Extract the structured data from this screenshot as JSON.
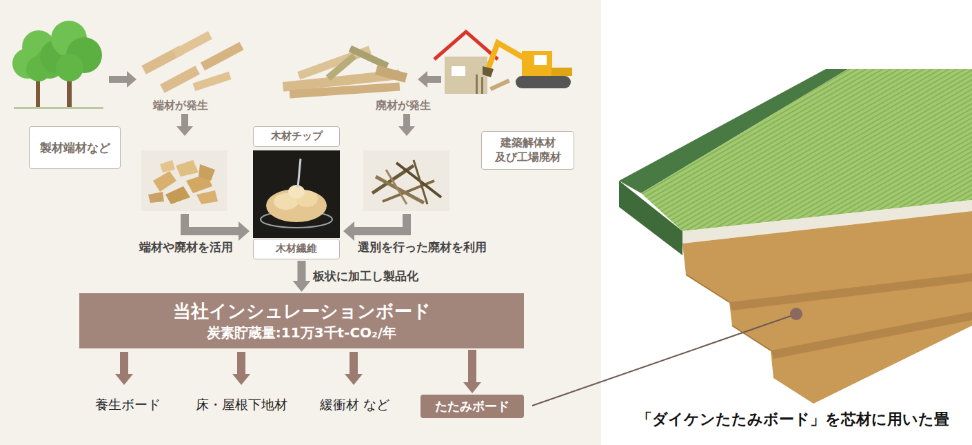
{
  "diagram": {
    "caption": "「ダイケンたたみボード」を芯材に用いた畳",
    "nodes": [
      {
        "text": [
          "製材端材など"
        ]
      },
      {
        "text": [
          "木材チップ"
        ]
      },
      {
        "text": [
          "建築解体材 及び工場廃材"
        ]
      },
      {
        "text": [
          "木材繊維"
        ]
      },
      {
        "text": [
          "当社インシュレーションボード",
          "炭素貯蔵量:11万3千t-CO₂/年"
        ]
      },
      {
        "text": [
          "たたみボード"
        ]
      }
    ],
    "edges": [
      {
        "from": 3,
        "to": 4,
        "label": "板状に加工し製品化",
        "arrow": "to"
      },
      {
        "from": 4,
        "to": 5,
        "arrow": "to"
      }
    ],
    "labels": [
      "端材が発生",
      "廃材が発生",
      "端材や廃材を活用",
      "選別を行った廃材を利用",
      "養生ボード",
      "床・屋根下地材",
      "緩衝材 など"
    ]
  }
}
